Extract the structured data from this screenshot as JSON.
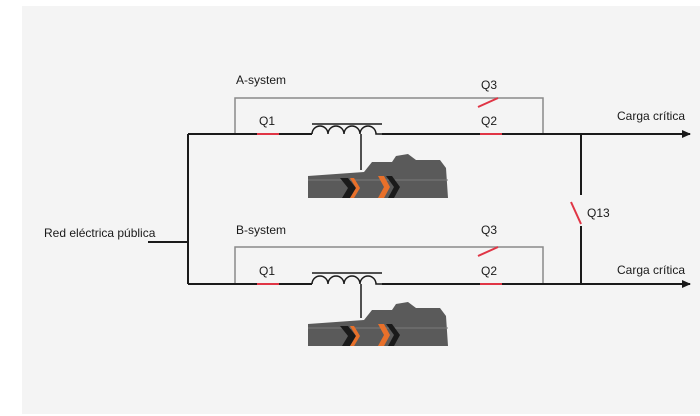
{
  "labels": {
    "grid": "Red eléctrica pública",
    "systemA": "A-system",
    "systemB": "B-system",
    "q1a": "Q1",
    "q2a": "Q2",
    "q3a": "Q3",
    "q1b": "Q1",
    "q2b": "Q2",
    "q3b": "Q3",
    "q13": "Q13",
    "loadA": "Carga crítica",
    "loadB": "Carga crítica"
  },
  "colors": {
    "background": "#f4f4f4",
    "wire": "#1a1a1a",
    "bypass": "#8a8a8a",
    "breaker": "#e03545",
    "machine": "#5a5a5a",
    "coupling": "#e8702a"
  },
  "icons": {
    "transformer": "transformer-coil-icon",
    "machine": "rotary-ups-machine-icon",
    "arrow": "arrow-right-icon"
  }
}
